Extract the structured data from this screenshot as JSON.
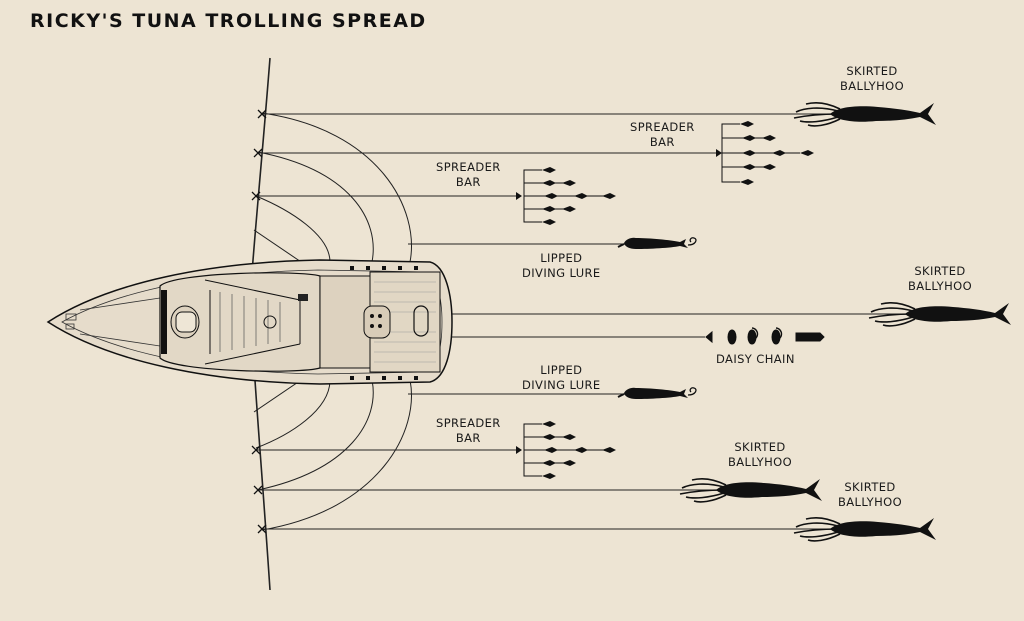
{
  "diagram": {
    "title": "RICKY'S TUNA TROLLING SPREAD",
    "labels": {
      "skirted_ballyhoo_top": [
        "SKIRTED",
        "BALLYHOO"
      ],
      "spreader_bar_top": [
        "SPREADER",
        "BAR"
      ],
      "spreader_bar_upper_mid": [
        "SPREADER",
        "BAR"
      ],
      "lipped_diving_lure_upper": [
        "LIPPED",
        "DIVING LURE"
      ],
      "skirted_ballyhoo_center": [
        "SKIRTED",
        "BALLYHOO"
      ],
      "daisy_chain": "DAISY CHAIN",
      "lipped_diving_lure_lower": [
        "LIPPED",
        "DIVING LURE"
      ],
      "spreader_bar_lower": [
        "SPREADER",
        "BAR"
      ],
      "skirted_ballyhoo_lower_mid": [
        "SKIRTED",
        "BALLYHOO"
      ],
      "skirted_ballyhoo_bottom": [
        "SKIRTED",
        "BALLYHOO"
      ]
    },
    "colors": {
      "background": "#ede4d3",
      "ink": "#111111",
      "hull": "#e6dccb"
    }
  }
}
